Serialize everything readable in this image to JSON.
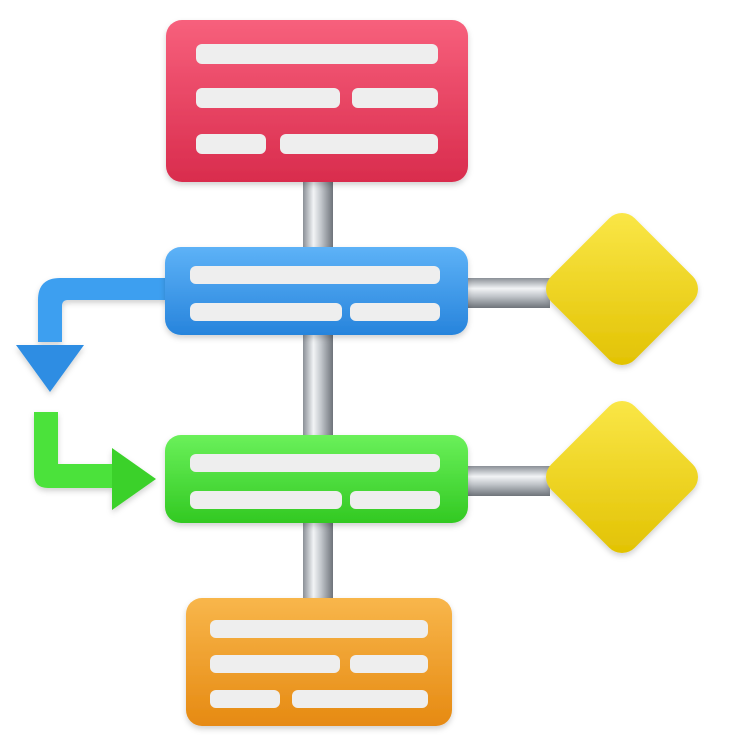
{
  "diagram": {
    "type": "flowchart",
    "nodes": [
      {
        "id": "process-1",
        "shape": "rectangle",
        "color": "#ee4262",
        "text_lines": 3
      },
      {
        "id": "process-2",
        "shape": "rectangle",
        "color": "#3e9ff0",
        "text_lines": 2
      },
      {
        "id": "process-3",
        "shape": "rectangle",
        "color": "#4ce23b",
        "text_lines": 2
      },
      {
        "id": "process-4",
        "shape": "rectangle",
        "color": "#f4a12c",
        "text_lines": 3
      },
      {
        "id": "decision-1",
        "shape": "diamond",
        "color": "#f2d91f"
      },
      {
        "id": "decision-2",
        "shape": "diamond",
        "color": "#f2d91f"
      }
    ],
    "connectors": [
      {
        "from": "process-1",
        "to": "process-2",
        "style": "metal-pipe"
      },
      {
        "from": "process-2",
        "to": "process-3",
        "style": "metal-pipe"
      },
      {
        "from": "process-3",
        "to": "process-4",
        "style": "metal-pipe"
      },
      {
        "from": "process-2",
        "to": "decision-1",
        "style": "metal-pipe"
      },
      {
        "from": "process-3",
        "to": "decision-2",
        "style": "metal-pipe"
      }
    ],
    "arrows": [
      {
        "id": "arrow-out",
        "color": "#3e9ff0",
        "direction": "down"
      },
      {
        "id": "arrow-in",
        "color": "#4ce23b",
        "direction": "right"
      }
    ],
    "text_placeholder_color": "#eeeeee"
  }
}
